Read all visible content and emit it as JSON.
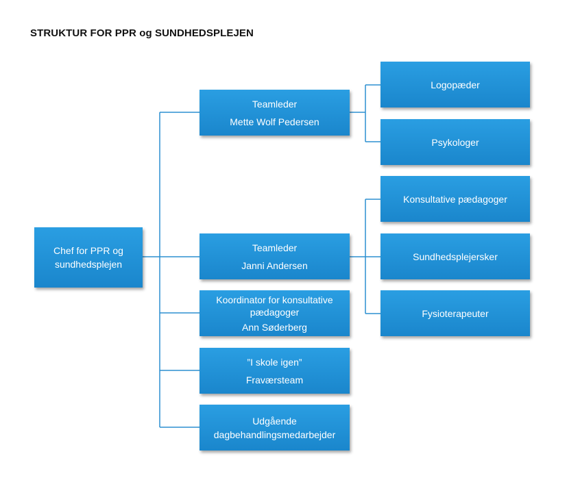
{
  "title": "STRUKTUR FOR PPR og SUNDHEDSPLEJEN",
  "root": {
    "line1": "Chef for PPR og",
    "line2": "sundhedsplejen"
  },
  "level1": [
    {
      "line1": "Teamleder",
      "line2": "Mette Wolf Pedersen"
    },
    {
      "line1": "Teamleder",
      "line2": "Janni Andersen"
    },
    {
      "line1": "Koordinator for konsultative",
      "line2": "pædagoger",
      "line3": "Ann Søderberg"
    },
    {
      "line1": "”I skole igen”",
      "line2": "Fraværsteam"
    },
    {
      "line1": "Udgående",
      "line2": "dagbehandlingsmedarbejder"
    }
  ],
  "level2_team1": [
    {
      "label": "Logopæder"
    },
    {
      "label": "Psykologer"
    }
  ],
  "level2_team2": [
    {
      "label": "Konsultative pædagoger"
    },
    {
      "label": "Sundhedsplejersker"
    },
    {
      "label": "Fysioterapeuter"
    }
  ],
  "colors": {
    "box_fill": "#1a8fd6",
    "connector": "#2b8fd0",
    "box_text": "#ffffff"
  }
}
